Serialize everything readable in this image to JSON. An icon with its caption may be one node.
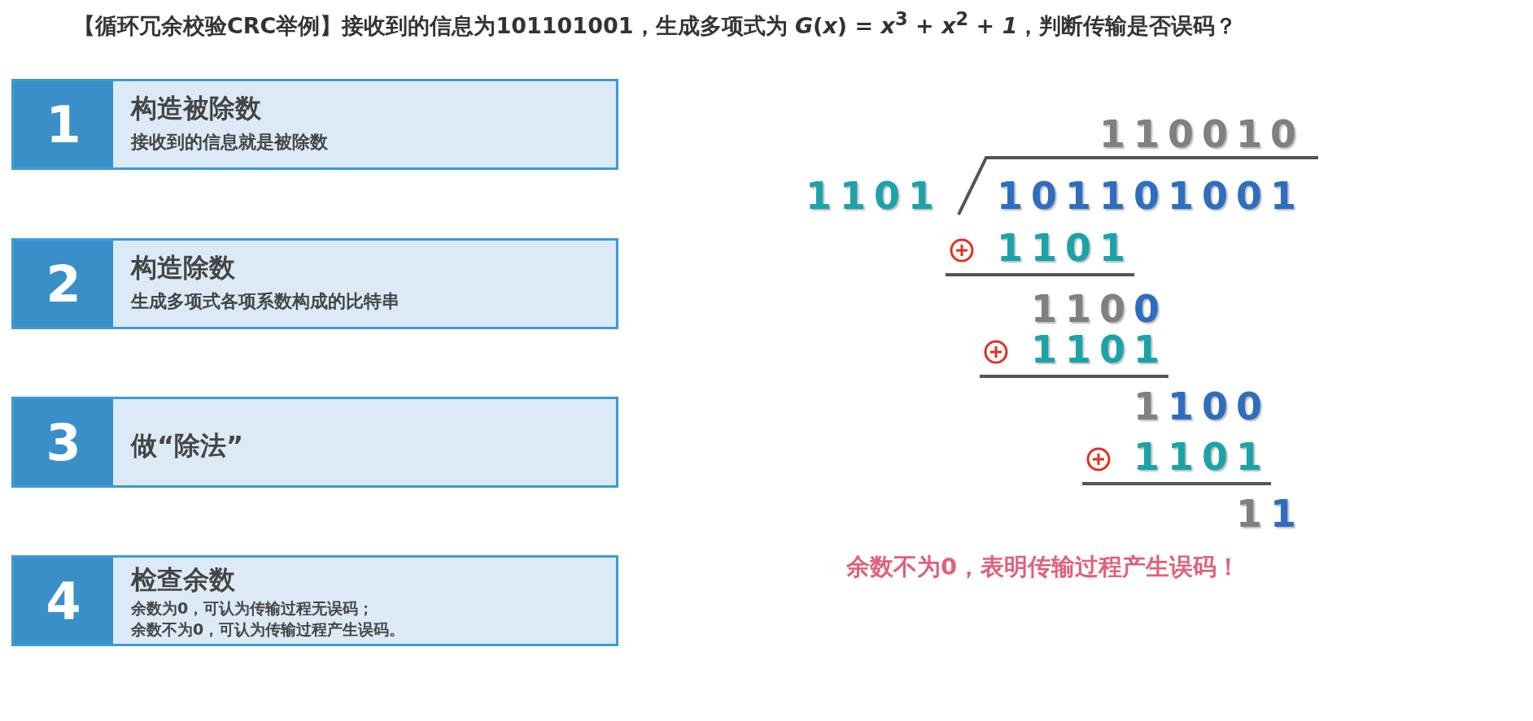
{
  "diagram": {
    "title": "【循环冗余校验CRC举例】接收到的信息为101101001，生成多项式为 *G*(*x*) = *x*$^{3}$ + *x*$^{2}$ + *1*，判断传输是否误码？",
    "nodes": [
      {
        "text": [
          "1",
          "构造被除数",
          "接收到的信息就是被除数"
        ]
      },
      {
        "text": [
          "2",
          "构造除数",
          "生成多项式各项系数构成的比特串"
        ]
      },
      {
        "text": [
          "3",
          "做“除法”"
        ]
      },
      {
        "text": [
          "4",
          "检查余数",
          "余数为0，可认为传输过程无误码；",
          "余数不为0，可认为传输过程产生误码。"
        ]
      }
    ],
    "labels": [
      "110010",
      "1101",
      "101101001",
      "1101",
      "1100",
      "1101",
      "1100",
      "1101",
      "11",
      "余数不为0，表明传输过程产生误码！"
    ]
  }
}
